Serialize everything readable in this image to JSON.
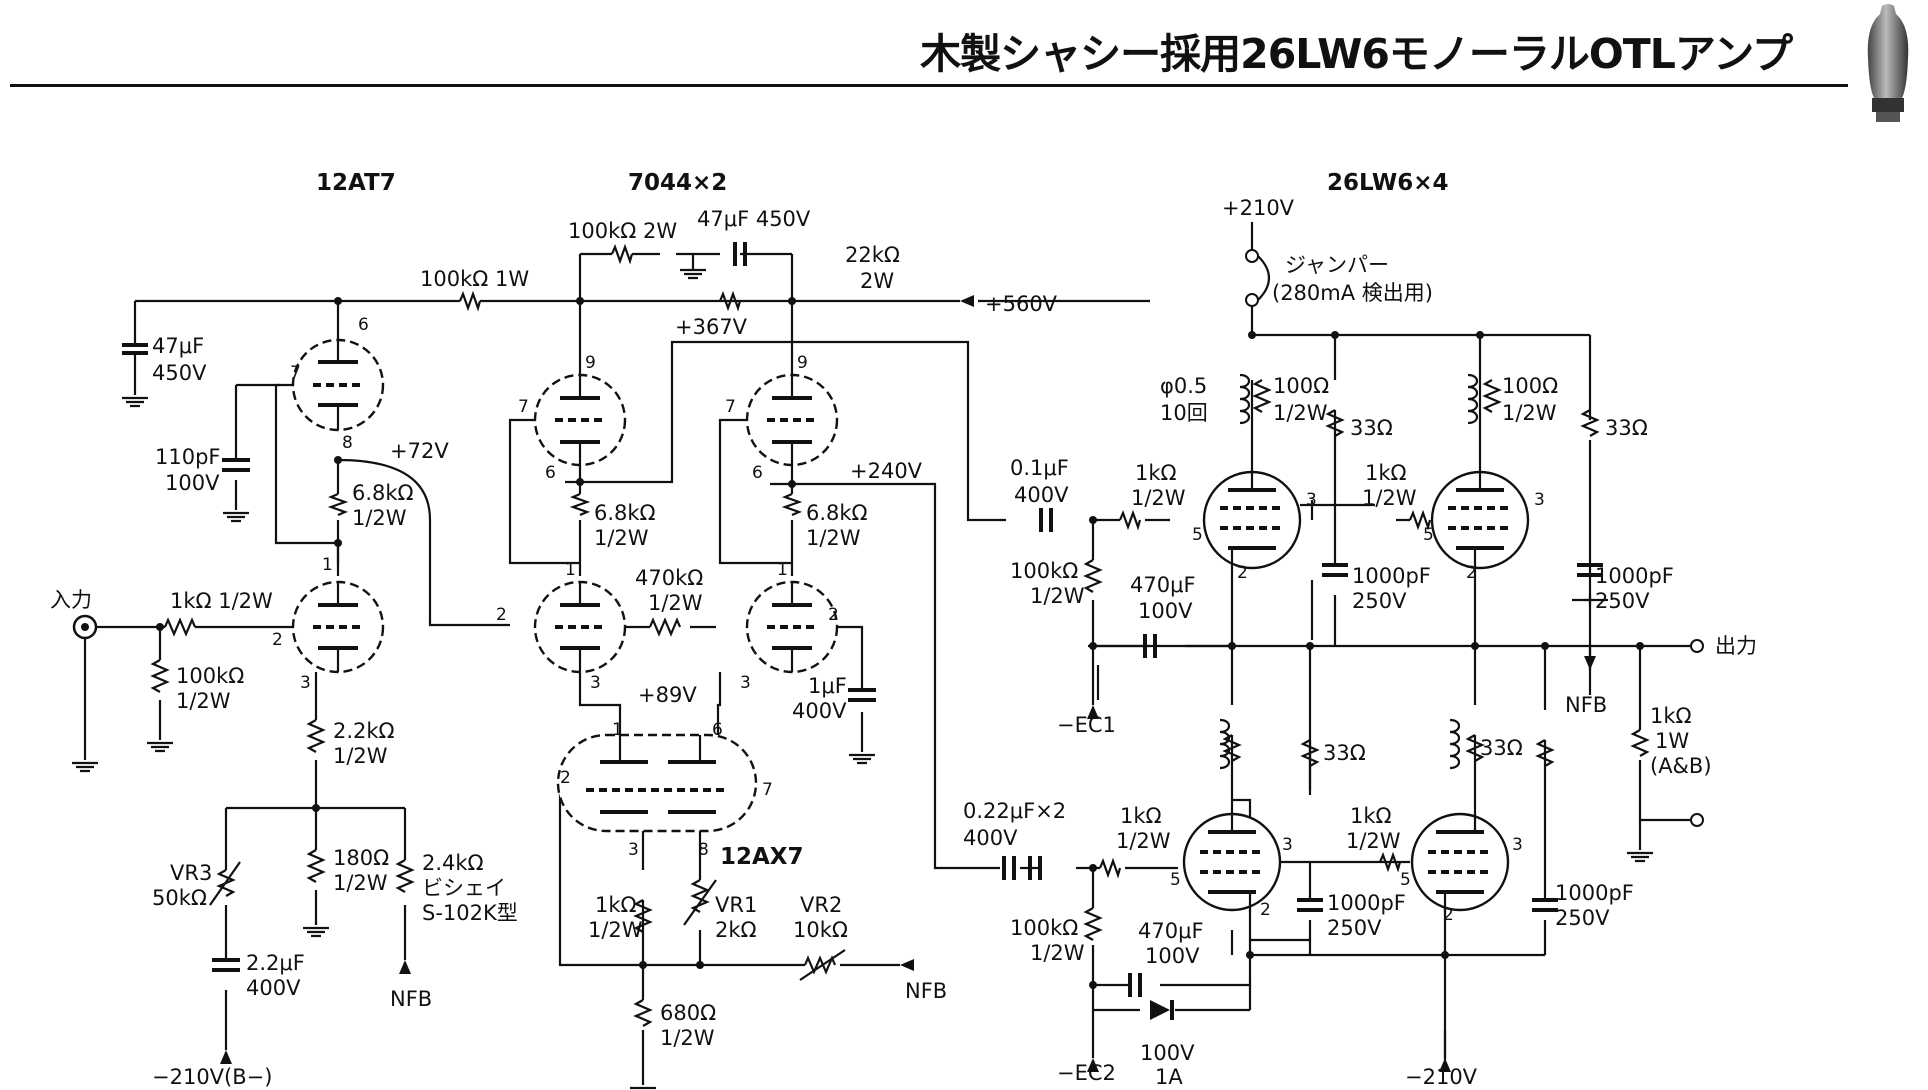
{
  "title": "木製シャシー採用26LW6モノーラルOTLアンプ",
  "tubes": {
    "v1": "12AT7",
    "v2": "7044×2",
    "v3": "12AX7",
    "v4": "26LW6×4"
  },
  "labels": {
    "in": "入力",
    "out": "出力",
    "r_in": "1kΩ 1/2W",
    "r_ing": "100kΩ",
    "r_ing2": "1/2W",
    "c47": "47μF",
    "c47v": "450V",
    "r100k1w": "100kΩ 1W",
    "r100k2w": "100kΩ 2W",
    "c47b": "47μF 450V",
    "r22k": "22kΩ",
    "r22kw": "2W",
    "b560": "+560V",
    "b367": "+367V",
    "b72": "+72V",
    "b240": "+240V",
    "b89": "+89V",
    "c110": "110pF",
    "c110v": "100V",
    "r68": "6.8kΩ",
    "r68w": "1/2W",
    "r470": "470kΩ",
    "r470w": "1/2W",
    "r22": "2.2kΩ",
    "r22w": "1/2W",
    "r180": "180Ω",
    "r180w": "1/2W",
    "r24": "2.4kΩ",
    "r24a": "ビシェイ",
    "r24b": "S-102K型",
    "vr3": "VR3",
    "vr3v": "50kΩ",
    "c22": "2.2μF",
    "c22v": "400V",
    "nfb": "NFB",
    "bneg": "−210V(B−)",
    "c1u": "1μF",
    "c1uv": "400V",
    "r1k": "1kΩ",
    "r1kw": "1/2W",
    "vr1": "VR1",
    "vr1v": "2kΩ",
    "vr2": "VR2",
    "vr2v": "10kΩ",
    "r680": "680Ω",
    "r680w": "1/2W",
    "b210": "+210V",
    "jump": "ジャンパー",
    "jump2": "(280mA 検出用)",
    "coil": "φ0.5",
    "coil2": "10回",
    "r100": "100Ω",
    "r100w": "1/2W",
    "r33": "33Ω",
    "c01": "0.1μF",
    "c01v": "400V",
    "c022": "0.22μF×2",
    "c022v": "400V",
    "r100kg": "100kΩ",
    "r100kgw": "1/2W",
    "c470": "470μF",
    "c470v": "100V",
    "c1000": "1000pF",
    "c1000v": "250V",
    "ec1": "−EC1",
    "ec2": "−EC2",
    "diode": "100V",
    "diode2": "1A",
    "rl": "1kΩ",
    "rl2": "1W",
    "rl3": "(A&B)",
    "bneg2": "−210V",
    "p1": "1",
    "p2": "2",
    "p3": "3",
    "p5": "5",
    "p6": "6",
    "p7": "7",
    "p8": "8",
    "p9": "9"
  }
}
